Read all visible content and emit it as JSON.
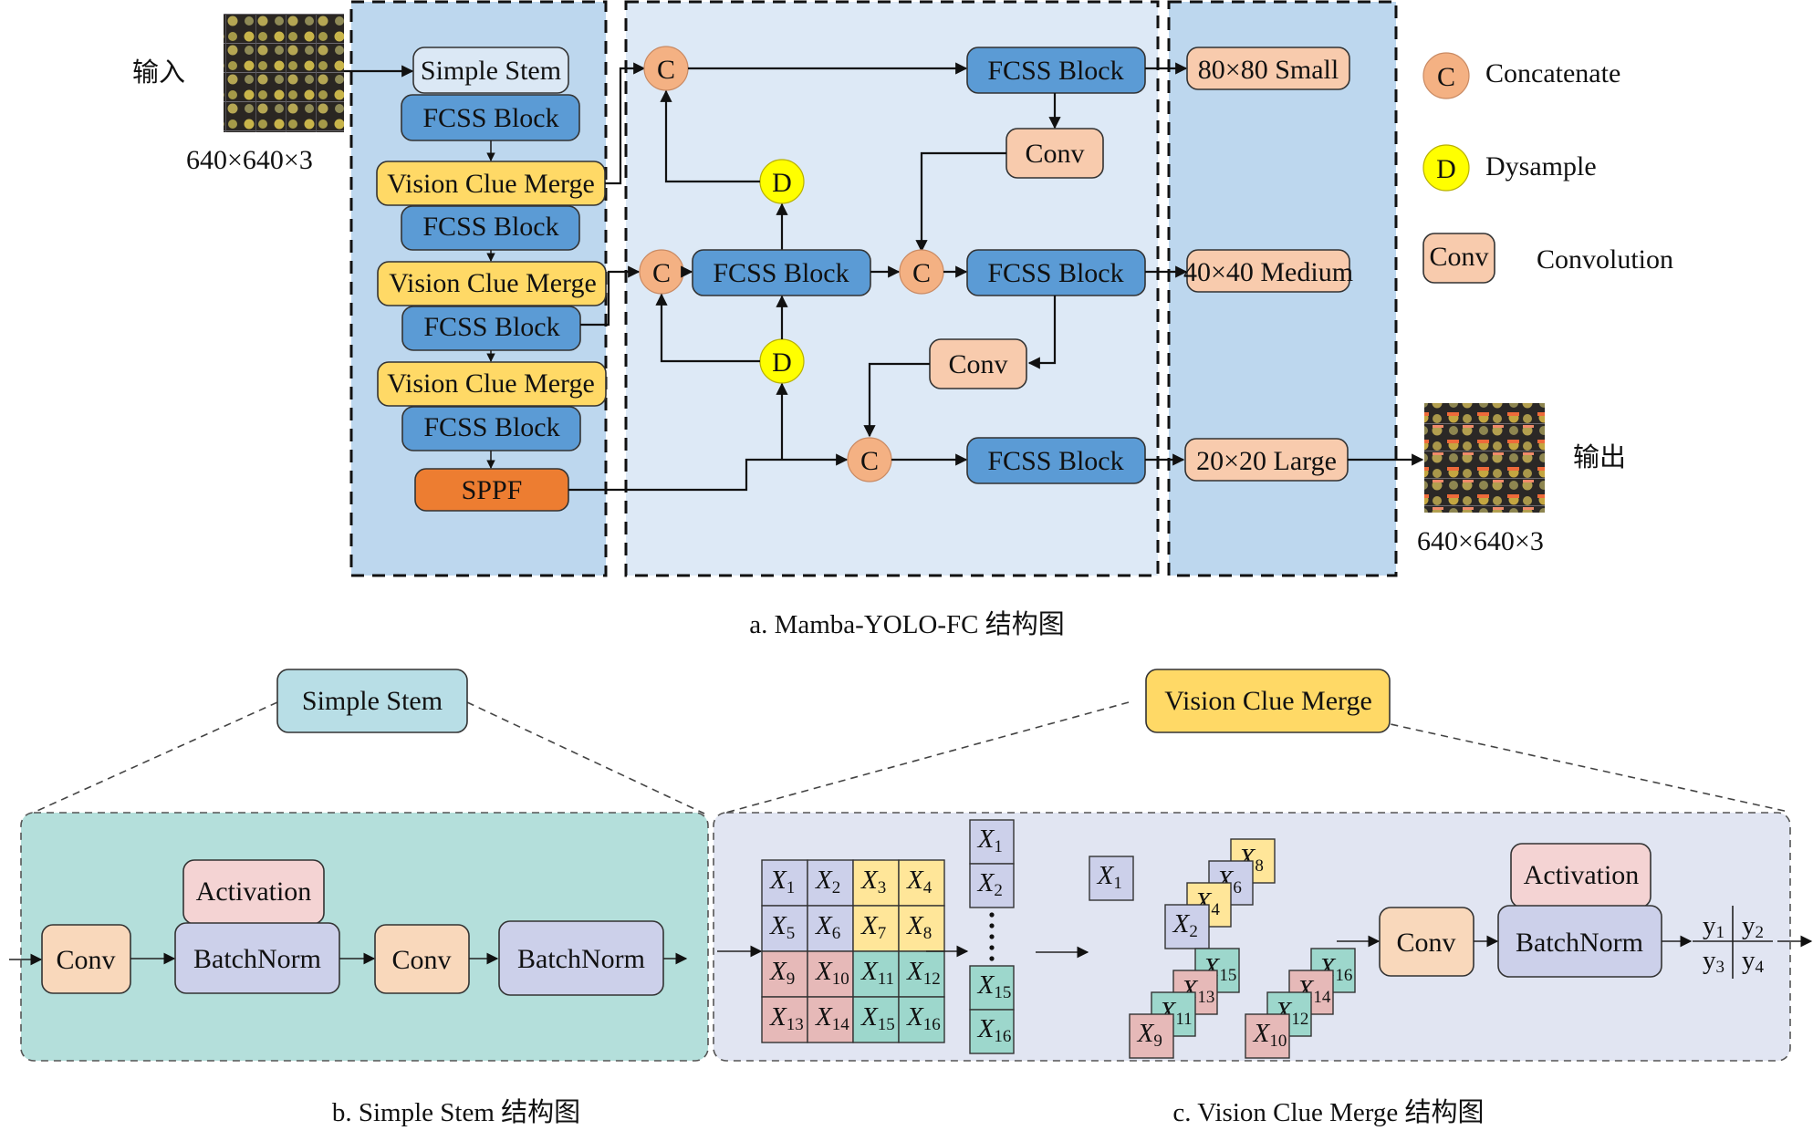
{
  "colors": {
    "backbone_panel": "#bdd7ee",
    "neck_panel": "#dde9f6",
    "head_panel": "#bdd7ee",
    "fcss_block": "#5b9bd5",
    "vision_clue_merge": "#ffd966",
    "simple_stem": "#dbe8f5",
    "sppf": "#ed7d31",
    "conv": "#f8cbad",
    "concat_circle": "#f4b183",
    "dysample_circle": "#ffff00",
    "stem_detail_panel": "#b4dfdb",
    "vcm_detail_panel": "#e1e5f2",
    "activation": "#f4d3d3",
    "batchnorm": "#ccd0ea",
    "conv_detail": "#f9d8bb",
    "stem_header": "#b8dee6",
    "cell_purple": "#ccd0ea",
    "cell_yellow": "#ffe699",
    "cell_red": "#e6b9b8",
    "cell_teal": "#9dd7cc"
  },
  "figure_a": {
    "input_label": "输入",
    "input_size": "640×640×3",
    "output_label": "输出",
    "output_size": "640×640×3",
    "backbone": {
      "simple_stem": "Simple Stem",
      "fcss_block": "FCSS Block",
      "vision_clue_merge": "Vision Clue Merge",
      "sppf": "SPPF"
    },
    "neck": {
      "concat": "C",
      "dysample": "D",
      "fcss_block": "FCSS Block",
      "conv": "Conv"
    },
    "head": {
      "small": "80×80 Small",
      "medium": "40×40 Medium",
      "large": "20×20 Large"
    },
    "legend": [
      {
        "symbol": "C",
        "label": "Concatenate"
      },
      {
        "symbol": "D",
        "label": "Dysample"
      },
      {
        "symbol": "Conv",
        "label": "Convolution"
      }
    ],
    "caption": "a. Mamba-YOLO-FC 结构图"
  },
  "figure_b": {
    "header": "Simple Stem",
    "conv": "Conv",
    "activation": "Activation",
    "batchnorm": "BatchNorm",
    "caption": "b. Simple Stem 结构图"
  },
  "figure_c": {
    "header": "Vision Clue Merge",
    "grid": [
      [
        "1",
        "2",
        "3",
        "4"
      ],
      [
        "5",
        "6",
        "7",
        "8"
      ],
      [
        "9",
        "10",
        "11",
        "12"
      ],
      [
        "13",
        "14",
        "15",
        "16"
      ]
    ],
    "stack_top": [
      "1",
      "2"
    ],
    "stack_bottom": [
      "15",
      "16"
    ],
    "single": "1",
    "group_top": [
      "2",
      "4",
      "6",
      "8"
    ],
    "group_bl": [
      "9",
      "11",
      "13",
      "15"
    ],
    "group_br": [
      "10",
      "12",
      "14",
      "16"
    ],
    "var": "X",
    "conv": "Conv",
    "activation": "Activation",
    "batchnorm": "BatchNorm",
    "outputs": [
      {
        "var": "y",
        "sub": "1"
      },
      {
        "var": "y",
        "sub": "2"
      },
      {
        "var": "y",
        "sub": "3"
      },
      {
        "var": "y",
        "sub": "4"
      }
    ],
    "caption": "c. Vision Clue Merge 结构图"
  }
}
